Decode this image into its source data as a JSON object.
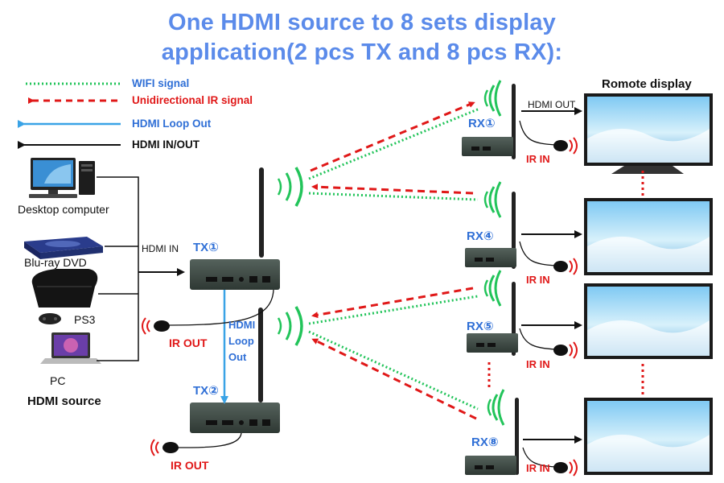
{
  "title": {
    "line1": "One HDMI source to 8 sets display",
    "line2": "application(2 pcs TX and 8 pcs RX):"
  },
  "legend": {
    "wifi": "WIFI signal",
    "ir": "Unidirectional IR signal",
    "loop": "HDMI Loop Out",
    "inout": "HDMI IN/OUT"
  },
  "sources": {
    "desktop": "Desktop computer",
    "bluray": "Blu-ray DVD",
    "ps3": "PS3",
    "pc": "PC",
    "heading": "HDMI source"
  },
  "hdmi_in": "HDMI IN",
  "transmitters": {
    "tx1": "TX①",
    "tx2": "TX②",
    "ir_out": "IR OUT",
    "loop_out": [
      "HDMI",
      "Loop",
      "Out"
    ]
  },
  "receivers": {
    "rx1": "RX①",
    "rx4": "RX④",
    "rx5": "RX⑤",
    "rx8": "RX⑧",
    "ir_in": "IR IN",
    "hdmi_out": "HDMI OUT"
  },
  "display_heading": "Romote display",
  "colors": {
    "title": "#5b8bea",
    "wifi": "#22c45a",
    "ir": "#e01818",
    "loop": "#3aa3e6",
    "label_blue": "#2f6fd6",
    "device": "#3d4843"
  }
}
